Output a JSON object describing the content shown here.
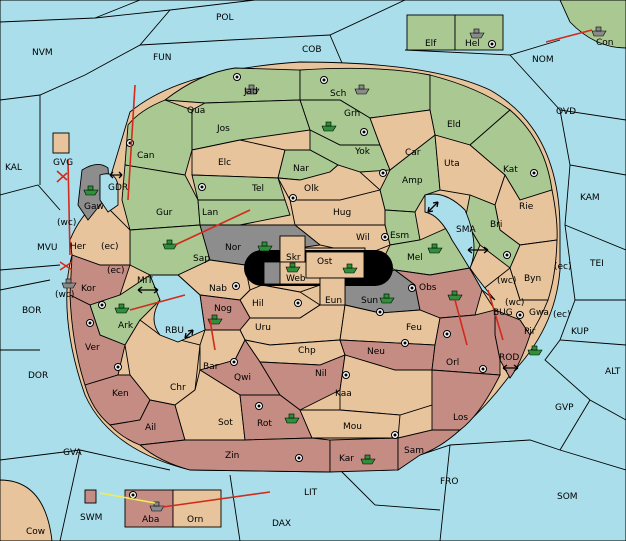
{
  "map": {
    "colors": {
      "sea": "#aadeeb",
      "power_green": "#a9c892",
      "neutral_tan": "#e7c49b",
      "power_red": "#c58c84",
      "impassable_grey": "#8d8d8d",
      "fleet_green": "#2f8f3a",
      "order_red": "#d22a1b",
      "support_yellow": "#f1ee55"
    },
    "sea_labels": {
      "pol": "POL",
      "nvm": "NVM",
      "fun": "FUN",
      "cob": "COB",
      "nom": "NOM",
      "ovd": "OVD",
      "kal": "KAL",
      "kam": "KAM",
      "mvu": "MVU",
      "tei": "TEI",
      "bor": "BOR",
      "kup": "KUP",
      "dor": "DOR",
      "alt": "ALT",
      "gvp": "GVP",
      "gva": "GVA",
      "fro": "FRO",
      "som": "SOM",
      "lit": "LIT",
      "dax": "DAX",
      "swm": "SWM",
      "sma": "SMA",
      "mit": "MIT",
      "rbu": "RBU",
      "bug": "BUG",
      "rod": "ROD",
      "gdr": "GDR",
      "gvg": "GVG"
    },
    "land_labels": {
      "elf": "Elf",
      "hel": "Hel",
      "con": "Con",
      "jad": "Jad",
      "sch": "Sch",
      "qua": "Qua",
      "jos": "Jos",
      "grh": "Grh",
      "eld": "Eld",
      "can": "Can",
      "yok": "Yok",
      "car": "Car",
      "elc": "Elc",
      "nar": "Nar",
      "uta": "Uta",
      "kat": "Kat",
      "tel": "Tel",
      "olk": "Olk",
      "amp": "Amp",
      "gaw": "Gaw",
      "gur": "Gur",
      "lan": "Lan",
      "hug": "Hug",
      "rie": "Rie",
      "bri": "Bri",
      "wil": "Wil",
      "esm": "Esm",
      "nor": "Nor",
      "skr": "Skr",
      "ost": "Ost",
      "her": "Her",
      "sap": "Sap",
      "web": "Web",
      "mel": "Mel",
      "byn": "Byn",
      "kor": "Kor",
      "nab": "Nab",
      "eun": "Eun",
      "sun": "Sun",
      "obs": "Obs",
      "gwa": "Gwa",
      "hil": "Hil",
      "nog": "Nog",
      "ark": "Ark",
      "uru": "Uru",
      "feu": "Feu",
      "pir": "Pir",
      "ver": "Ver",
      "chp": "Chp",
      "neu": "Neu",
      "bar": "Bar",
      "qwi": "Qwi",
      "nil": "Nil",
      "orl": "Orl",
      "ken": "Ken",
      "chr": "Chr",
      "kaa": "Kaa",
      "ail": "Ail",
      "sot": "Sot",
      "rot": "Rot",
      "los": "Los",
      "mou": "Mou",
      "zin": "Zin",
      "kar": "Kar",
      "sam": "Sam",
      "aba": "Aba",
      "orn": "Orn",
      "cow": "Cow"
    },
    "coast_labels": {
      "wc": "(wc)",
      "ec": "(ec)"
    }
  }
}
